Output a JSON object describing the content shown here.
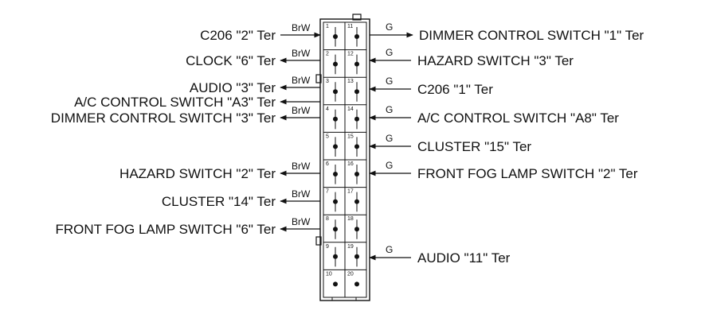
{
  "diagram": {
    "type": "connector-pinout",
    "pin_numbers": [
      "1",
      "2",
      "3",
      "4",
      "5",
      "6",
      "7",
      "8",
      "9",
      "10",
      "11",
      "12",
      "13",
      "14",
      "15",
      "16",
      "17",
      "18",
      "19",
      "20"
    ],
    "left_wires": [
      {
        "pin": "1",
        "color": "BrW",
        "label": "C206 \"2\" Ter",
        "direction": "in"
      },
      {
        "pin": "2",
        "color": "BrW",
        "label": "CLOCK \"6\" Ter",
        "direction": "out"
      },
      {
        "pin": "3",
        "color": "BrW",
        "label": "AUDIO \"3\" Ter",
        "direction": "out"
      },
      {
        "pin": "3",
        "color": "",
        "label": "A/C CONTROL SWITCH \"A3\" Ter",
        "direction": "out"
      },
      {
        "pin": "4",
        "color": "BrW",
        "label": "DIMMER CONTROL SWITCH \"3\" Ter",
        "direction": "out"
      },
      {
        "pin": "6",
        "color": "BrW",
        "label": "HAZARD SWITCH \"2\" Ter",
        "direction": "out"
      },
      {
        "pin": "7",
        "color": "BrW",
        "label": "CLUSTER \"14\" Ter",
        "direction": "out"
      },
      {
        "pin": "8",
        "color": "BrW",
        "label": "FRONT FOG LAMP SWITCH \"6\" Ter",
        "direction": "out"
      }
    ],
    "right_wires": [
      {
        "pin": "11",
        "color": "G",
        "label": "DIMMER CONTROL SWITCH \"1\" Ter",
        "direction": "out"
      },
      {
        "pin": "12",
        "color": "G",
        "label": "HAZARD SWITCH \"3\" Ter",
        "direction": "in"
      },
      {
        "pin": "13",
        "color": "G",
        "label": "C206 \"1\" Ter",
        "direction": "in"
      },
      {
        "pin": "14",
        "color": "G",
        "label": "A/C CONTROL SWITCH \"A8\" Ter",
        "direction": "in"
      },
      {
        "pin": "15",
        "color": "G",
        "label": "CLUSTER \"15\" Ter",
        "direction": "in"
      },
      {
        "pin": "16",
        "color": "G",
        "label": "FRONT FOG LAMP SWITCH \"2\" Ter",
        "direction": "in"
      },
      {
        "pin": "19",
        "color": "G",
        "label": "AUDIO \"11\" Ter",
        "direction": "in"
      }
    ]
  }
}
